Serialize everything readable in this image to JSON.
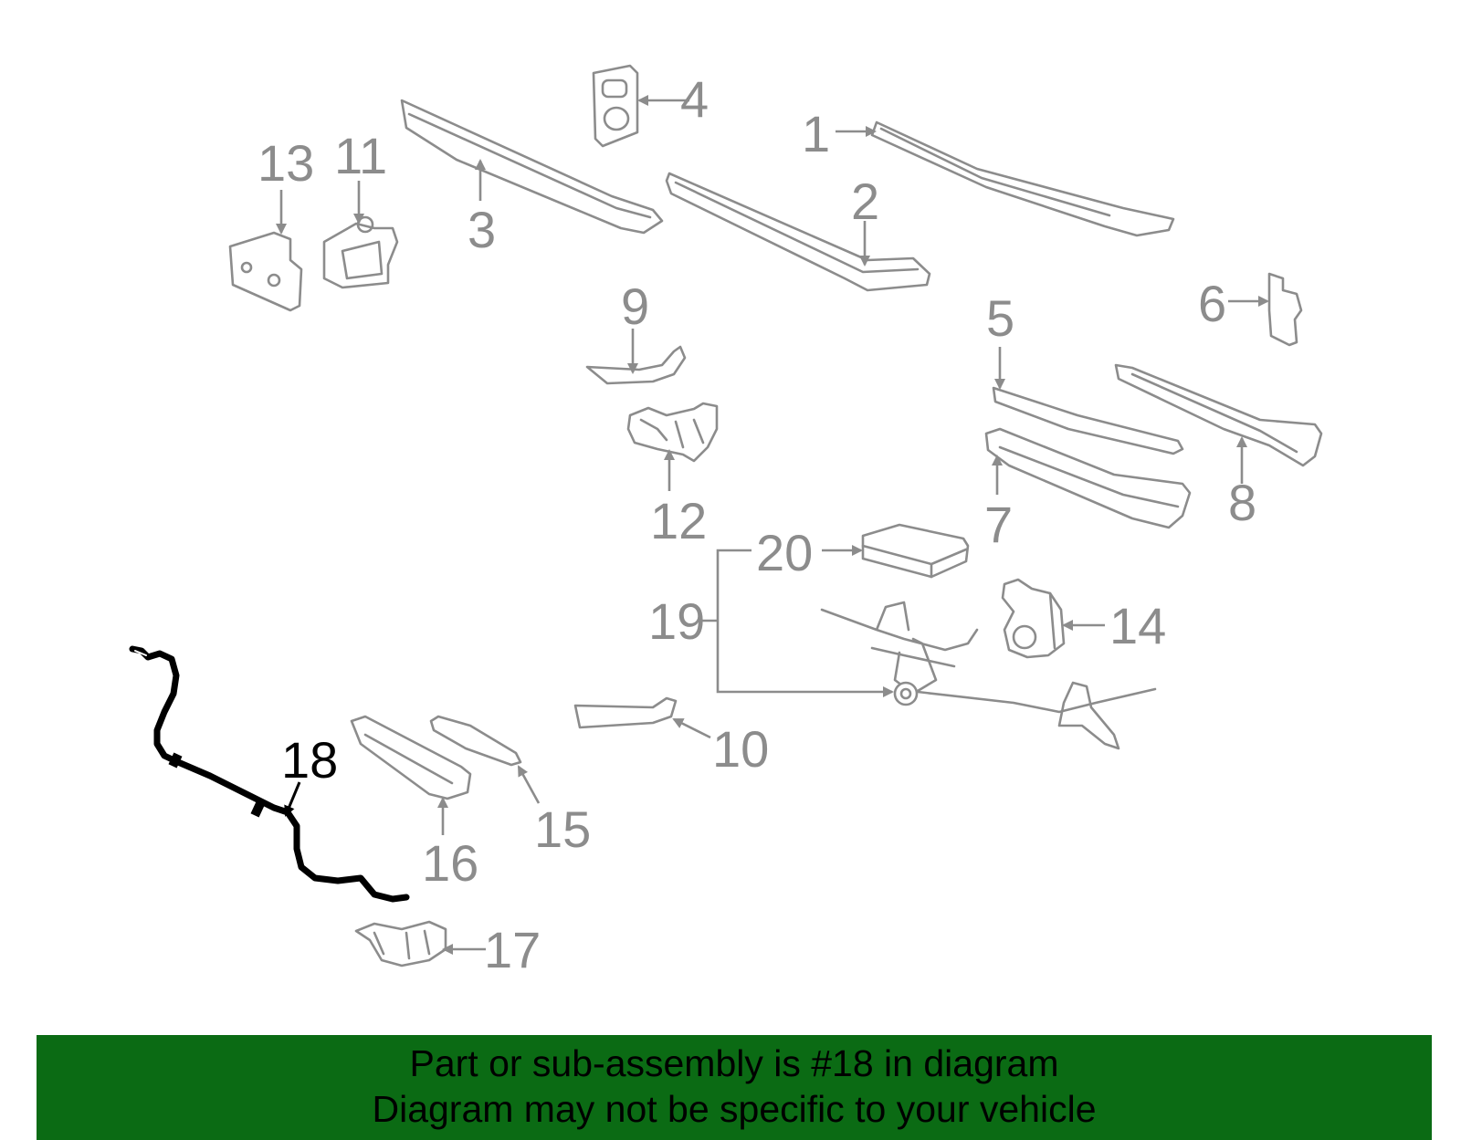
{
  "diagram": {
    "callouts": {
      "c1": "1",
      "c2": "2",
      "c3": "3",
      "c4": "4",
      "c5": "5",
      "c6": "6",
      "c7": "7",
      "c8": "8",
      "c9": "9",
      "c10": "10",
      "c11": "11",
      "c12": "12",
      "c13": "13",
      "c14": "14",
      "c15": "15",
      "c16": "16",
      "c17": "17",
      "c18": "18",
      "c19": "19",
      "c20": "20"
    },
    "highlighted_part": "18",
    "colors": {
      "parts": "#8c8c8c",
      "highlight": "#000000",
      "banner": "#0b6b14"
    }
  },
  "banner": {
    "line1": "Part or sub-assembly is #18 in diagram",
    "line2": "Diagram may not be specific to your vehicle"
  }
}
